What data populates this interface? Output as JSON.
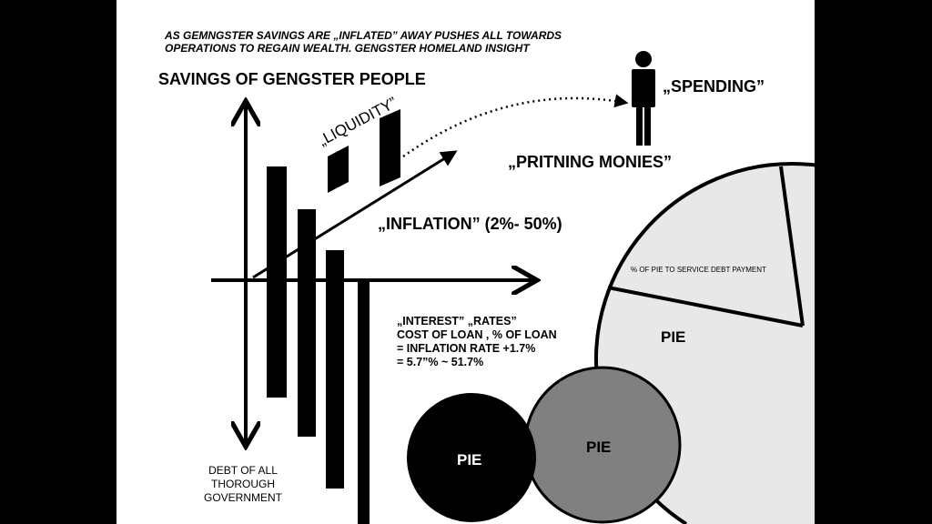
{
  "header": {
    "line1": "AS GEMNGSTER SAVINGS ARE „INFLATED” AWAY PUSHES ALL TOWARDS",
    "line2": "OPERATIONS TO REGAIN WEALTH. GENGSTER HOMELAND INSIGHT"
  },
  "savings_title": "SAVINGS OF GENGSTER PEOPLE",
  "liquidity": "„LIQUIDITY”",
  "spending": "„SPENDING”",
  "printing": "„PRITNING MONIES”",
  "inflation": "„INFLATION” (2%- 50%)",
  "interest": {
    "l1": "„INTEREST” „RATES”",
    "l2": "COST OF LOAN , % OF LOAN",
    "l3": "= INFLATION RATE +1.7%",
    "l4": "= 5.7”% ~ 51.7%"
  },
  "debt": {
    "l1": "DEBT OF ALL",
    "l2": "THOROUGH",
    "l3": "GOVERNMENT"
  },
  "pie_slice_label": "% OF PIE TO SERVICE DEBT PAYMENT",
  "pie_big": "PIE",
  "pie_grey": "PIE",
  "pie_black": "PIE"
}
